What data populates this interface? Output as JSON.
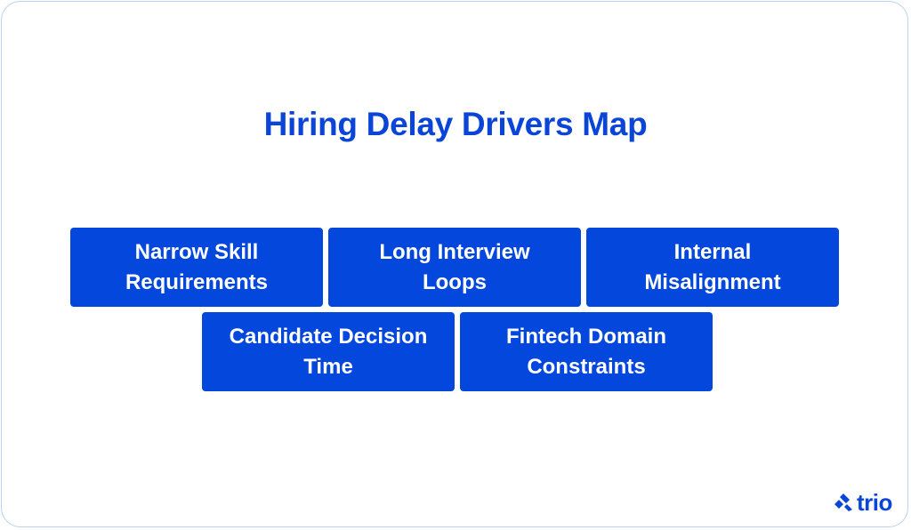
{
  "title": "Hiring Delay Drivers Map",
  "nodes": [
    {
      "label": "Narrow Skill\nRequirements"
    },
    {
      "label": "Long Interview\nLoops"
    },
    {
      "label": "Internal\nMisalignment"
    },
    {
      "label": "Candidate Decision\nTime"
    },
    {
      "label": "Fintech Domain\nConstraints"
    }
  ],
  "logo": {
    "text": "trio",
    "color": "#0a45d8"
  },
  "colors": {
    "accent": "#0447dd",
    "title": "#0a45d8",
    "border": "#b9d3f0"
  }
}
